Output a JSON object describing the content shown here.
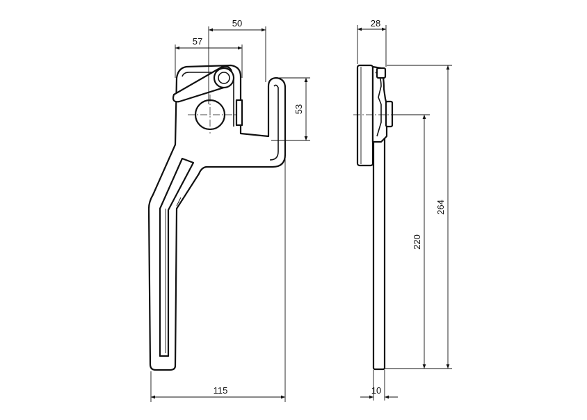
{
  "dimensions": {
    "top_width": "50",
    "hook_offset": "57",
    "hook_height": "53",
    "overall_width": "115",
    "side_depth": "28",
    "lever_length": "220",
    "overall_height": "264",
    "handle_thickness": "10"
  }
}
